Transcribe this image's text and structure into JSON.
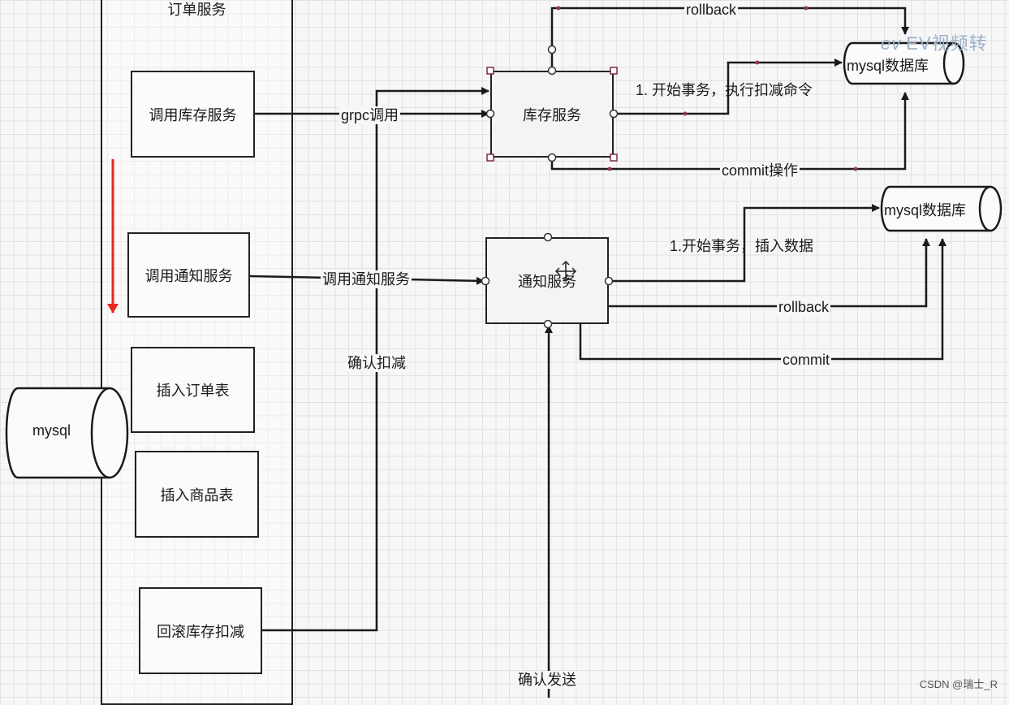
{
  "lane": {
    "title": "订单服务"
  },
  "order_steps": [
    "调用库存服务",
    "调用通知服务",
    "插入订单表",
    "插入商品表",
    "回滚库存扣减"
  ],
  "services": {
    "inventory": "库存服务",
    "notify": "通知服务"
  },
  "databases": {
    "order_db": "mysql",
    "inventory_db": "mysql数据库",
    "notify_db": "mysql数据库"
  },
  "edge_labels": {
    "grpc_call": "grpc调用",
    "call_notify": "调用通知服务",
    "confirm_deduct": "确认扣减",
    "confirm_send": "确认发送",
    "inv_rollback": "rollback",
    "inv_begin": "1. 开始事务，执行扣减命令",
    "inv_commit": "commit操作",
    "notify_begin": "1.开始事务，插入数据",
    "notify_rollback": "rollback",
    "notify_commit": "commit"
  },
  "overlays": {
    "watermark": "EV视频转",
    "watermark_logo": "ev",
    "credit": "CSDN @瑞士_R"
  },
  "colors": {
    "line": "#1a1a1a",
    "red_arrow": "#e8271d",
    "selection_handle": "#7a2b3b"
  }
}
